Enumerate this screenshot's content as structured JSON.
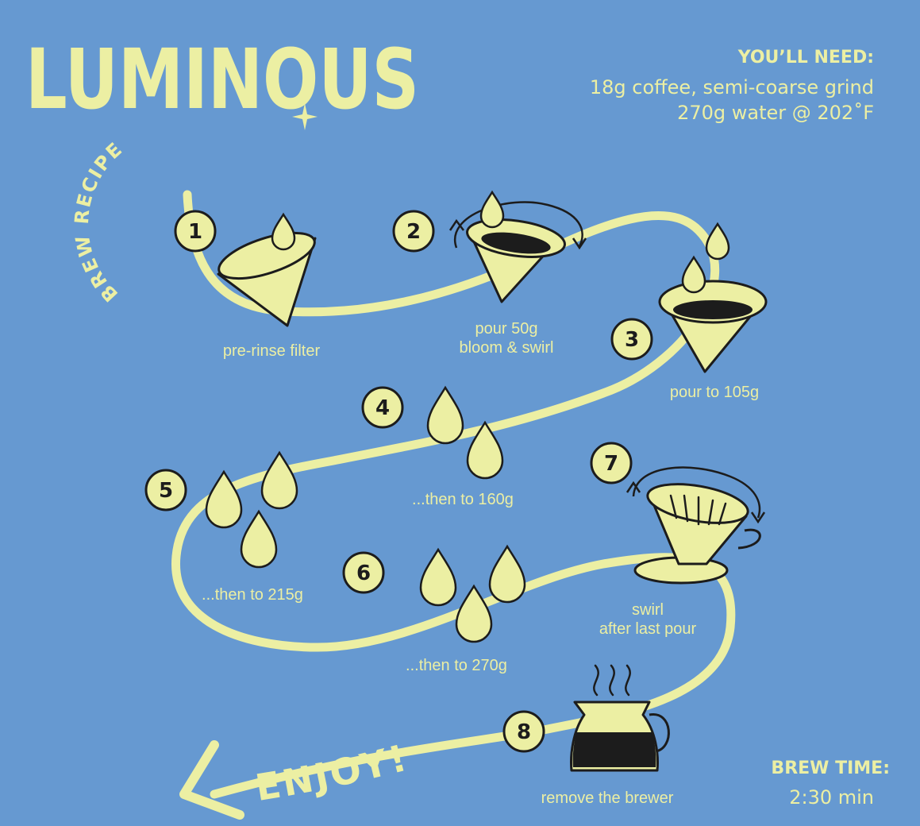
{
  "brand": {
    "name": "LUMINOUS",
    "subtitle": "BREW RECIPE"
  },
  "needs": {
    "heading": "YOU’LL NEED:",
    "line1": "18g coffee, semi-coarse grind",
    "line2": "270g water @ 202˚F"
  },
  "steps": [
    {
      "num": "1",
      "label": "pre-rinse filter"
    },
    {
      "num": "2",
      "label1": "pour 50g",
      "label2": "bloom & swirl"
    },
    {
      "num": "3",
      "label": "pour to 105g"
    },
    {
      "num": "4",
      "label": "...then to 160g"
    },
    {
      "num": "5",
      "label": "...then to 215g"
    },
    {
      "num": "6",
      "label": "...then to 270g"
    },
    {
      "num": "7",
      "label1": "swirl",
      "label2": "after last pour"
    },
    {
      "num": "8",
      "label": "remove the brewer"
    }
  ],
  "enjoy": "ENJOY!",
  "brew_time": {
    "heading": "BREW TIME:",
    "value": "2:30 min"
  },
  "colors": {
    "background": "#6699d1",
    "accent": "#ecefa3",
    "ink": "#1c1c1c"
  }
}
